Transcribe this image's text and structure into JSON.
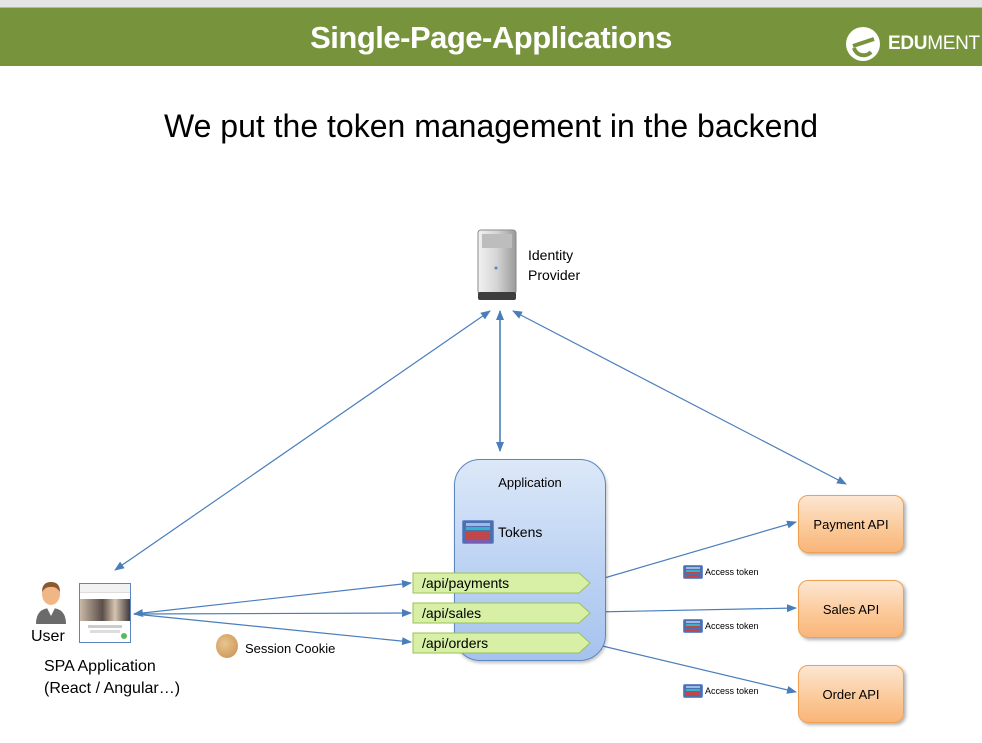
{
  "header": {
    "title": "Single-Page-Applications",
    "logo_bold": "EDU",
    "logo_light": "MENT",
    "background_color": "#77933c"
  },
  "slide": {
    "subtitle": "We put the token management in the backend"
  },
  "diagram": {
    "identity_provider": {
      "label_line1": "Identity",
      "label_line2": "Provider",
      "icon": "server-icon"
    },
    "application": {
      "title": "Application",
      "tokens_label": "Tokens",
      "routes": [
        "/api/payments",
        "/api/sales",
        "/api/orders"
      ]
    },
    "user": {
      "label": "User",
      "icon": "user-icon"
    },
    "spa": {
      "label_line1": "SPA Application",
      "label_line2": "(React / Angular…)"
    },
    "session_cookie": {
      "label": "Session Cookie",
      "icon": "cookie-icon"
    },
    "apis": [
      "Payment API",
      "Sales API",
      "Order API"
    ],
    "access_token_label": "Access token",
    "colors": {
      "arrow": "#4a7ebb",
      "application_fill": "#c6d9f1",
      "route_fill": "#d7f0a6",
      "api_fill": "#fbc896"
    }
  }
}
